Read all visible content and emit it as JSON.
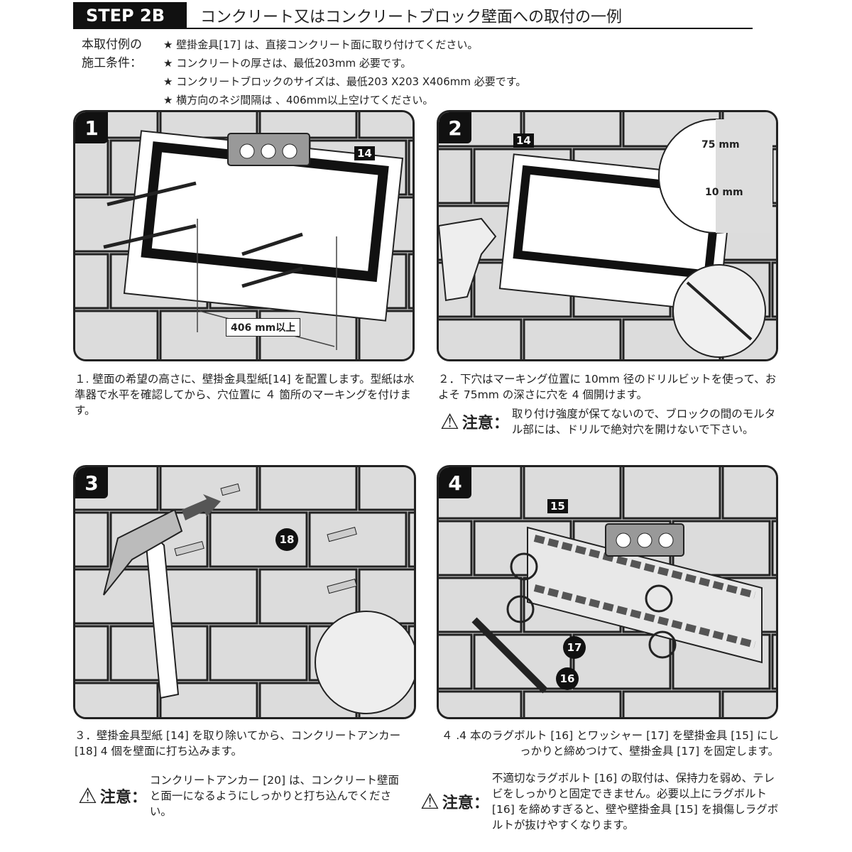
{
  "header": {
    "step": "STEP 2B",
    "title": "コンクリート又はコンクリートブロック壁面への取付の一例"
  },
  "conditions": {
    "label_line1": "本取付例の",
    "label_line2": "施工条件：",
    "items": [
      "★ 壁掛金具[17] は、直接コンクリート面に取り付けてください。",
      "★ コンクリートの厚さは、最低203mm 必要です。",
      "★ コンクリートブロックのサイズは、最低203 X203 X406mm 必要です。",
      "★ 横方向のネジ間隔は 、406mm以上空けてください。"
    ]
  },
  "panels": [
    {
      "number": "1",
      "part_label": "14",
      "dimension": "406 mm以上",
      "text": "１. 壁面の希望の高さに、壁掛金具型紙[14] を配置します。型紙は水準器で水平を確認してから、穴位置に ４ 箇所のマーキングを付けます。"
    },
    {
      "number": "2",
      "part_label": "14",
      "depth": "75 mm",
      "diameter": "10 mm",
      "text": "２．下穴はマーキング位置に 10mm 径のドリルビットを使って、およそ 75mm の深さに穴を 4 個開けます。",
      "warning_label": "注意：",
      "warning": "取り付け強度が保てないので、ブロックの間のモルタル部には、ドリルで絶対穴を開けないで下さい。"
    },
    {
      "number": "3",
      "part_label": "18",
      "text": "３．壁掛金具型紙 [14] を取り除いてから、コンクリートアンカー [18] 4 個を壁面に打ち込みます。",
      "warning_label": "注意：",
      "warning": "コンクリートアンカー [20] は、コンクリート壁面と面一になるようにしっかりと打ち込んでください。"
    },
    {
      "number": "4",
      "part_label": "15",
      "callout_a": "17",
      "callout_b": "16",
      "text": "４ .4 本のラグボルト [16] とワッシャー [17] を壁掛金具 [15] にしっかりと締めつけて、壁掛金具 [17] を固定します。",
      "warning_label": "注意：",
      "warning": "不適切なラグボルト [16] の取付は、保持力を弱め、テレビをしっかりと固定できません。必要以上にラグボルト [16] を締めすぎると、壁や壁掛金具 [15] を損傷しラグボルトが抜けやすくなります。"
    }
  ],
  "icons": {
    "warning": "warning-triangle-icon"
  }
}
